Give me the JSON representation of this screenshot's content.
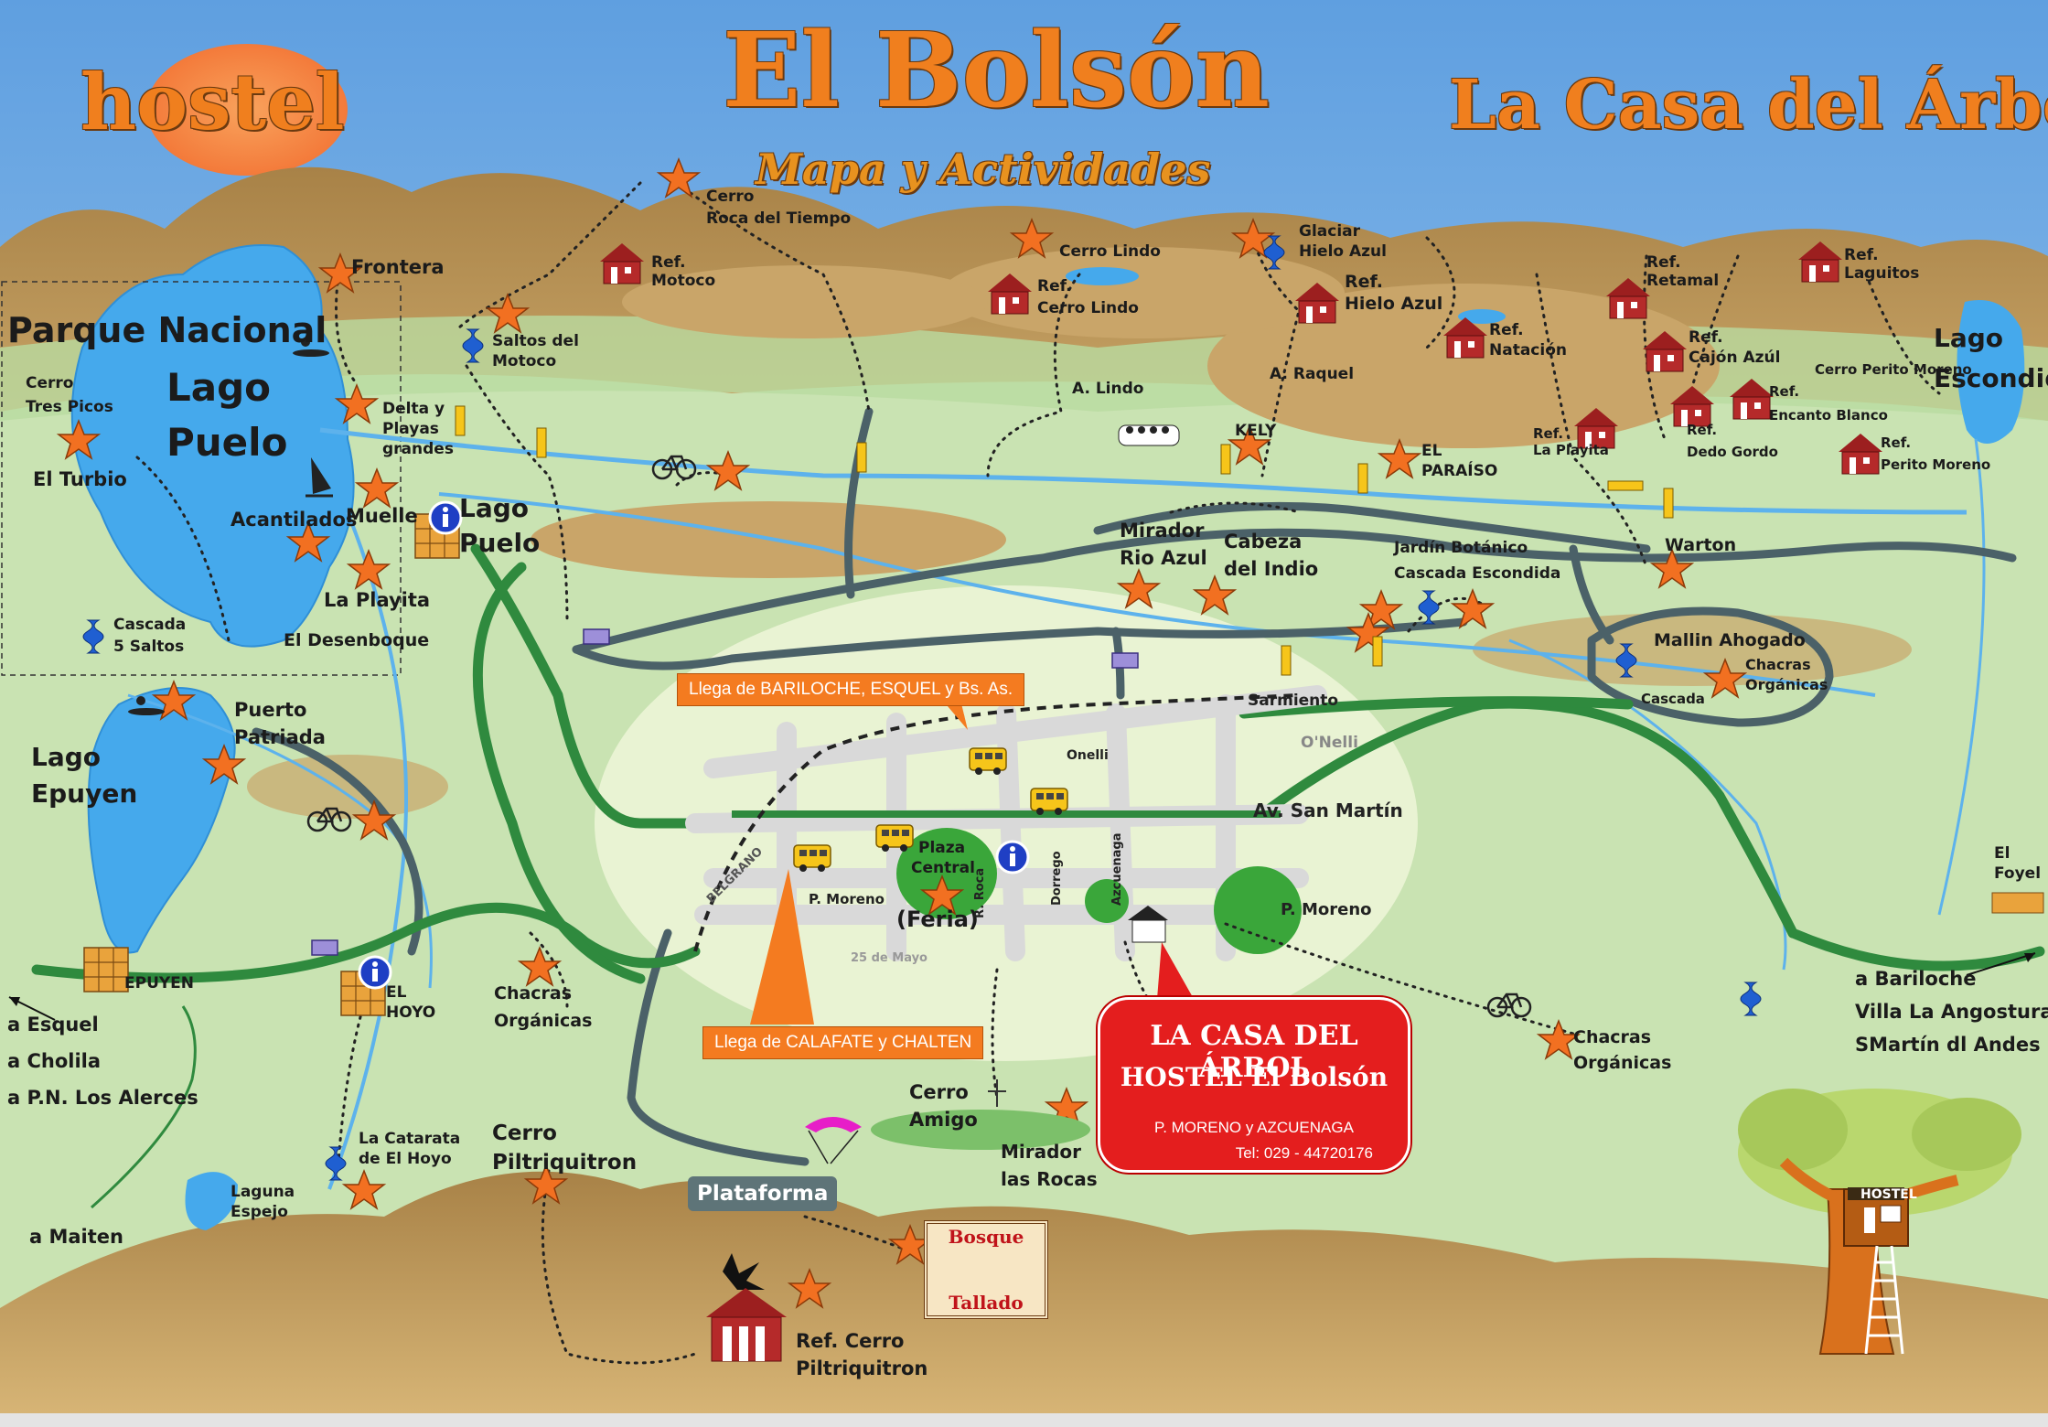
{
  "header": {
    "hostel_word": "hostel",
    "title": "El Bolsón",
    "subtitle": "Mapa y Actividades",
    "brand": "La Casa del Árbol"
  },
  "regions": {
    "parque_nacional": "Parque Nacional",
    "lago_puelo_1": "Lago",
    "lago_puelo_2": "Puelo",
    "lago_epuyen_1": "Lago",
    "lago_epuyen_2": "Epuyen",
    "lago_escondido_1": "Lago",
    "lago_escondido_2": "Escondido"
  },
  "places": {
    "frontera": "Frontera",
    "cerro_tres_picos_1": "Cerro",
    "cerro_tres_picos_2": "Tres Picos",
    "el_turbio": "El Turbio",
    "delta_1": "Delta y",
    "delta_2": "Playas",
    "delta_3": "grandes",
    "acantilados": "Acantilados",
    "muelle": "Muelle",
    "la_playita_lp": "La Playita",
    "el_desenboque": "El Desenboque",
    "lago_puelo_town_1": "Lago",
    "lago_puelo_town_2": "Puelo",
    "cascada_5_saltos_1": "Cascada",
    "cascada_5_saltos_2": "5 Saltos",
    "puerto_patriada_1": "Puerto",
    "puerto_patriada_2": "Patriada",
    "epuyen": "EPUYEN",
    "el_hoyo_1": "EL",
    "el_hoyo_2": "HOYO",
    "a_esquel": "a Esquel",
    "a_cholila": "a Cholila",
    "a_pn_alerces": "a P.N. Los Alerces",
    "a_maiten": "a Maiten",
    "la_catarata_1": "La Catarata",
    "la_catarata_2": "de El Hoyo",
    "laguna_espejo_1": "Laguna",
    "laguna_espejo_2": "Espejo",
    "chacras_w_1": "Chacras",
    "chacras_w_2": "Orgánicas",
    "cerro_piltriquitron_1": "Cerro",
    "cerro_piltriquitron_2": "Piltriquitron",
    "plataforma": "Plataforma",
    "bosque_1": "Bosque",
    "bosque_2": "Tallado",
    "ref_cerro_pilt_1": "Ref. Cerro",
    "ref_cerro_pilt_2": "Piltriquitron",
    "cerro_amigo_1": "Cerro",
    "cerro_amigo_2": "Amigo",
    "mirador_rocas_1": "Mirador",
    "mirador_rocas_2": "las Rocas",
    "cerro_roca_1": "Cerro",
    "cerro_roca_2": "Roca del Tiempo",
    "ref_motoco_1": "Ref.",
    "ref_motoco_2": "Motoco",
    "saltos_motoco_1": "Saltos del",
    "saltos_motoco_2": "Motoco",
    "cerro_lindo": "Cerro Lindo",
    "ref_cerro_lindo_1": "Ref.",
    "ref_cerro_lindo_2": "Cerro Lindo",
    "a_lindo": "A. Lindo",
    "glaciar_1": "Glaciar",
    "glaciar_2": "Hielo Azul",
    "ref_hielo_azul_1": "Ref.",
    "ref_hielo_azul_2": "Hielo Azul",
    "a_raquel": "A. Raquel",
    "kely": "KELY",
    "el_paraiso_1": "EL",
    "el_paraiso_2": "PARAÍSO",
    "ref_natacion_1": "Ref.",
    "ref_natacion_2": "Natación",
    "ref_retamal_1": "Ref.",
    "ref_retamal_2": "Retamal",
    "ref_laguitos_1": "Ref.",
    "ref_laguitos_2": "Laguitos",
    "ref_cajon_azul_1": "Ref.",
    "ref_cajon_azul_2": "Cajón Azúl",
    "cerro_perito_moreno": "Cerro Perito Moreno",
    "ref_encanto_1": "Ref.",
    "ref_encanto_2": "Encanto Blanco",
    "ref_la_playita_1": "Ref.",
    "ref_la_playita_2": "La Playita",
    "ref_dedo_gordo_1": "Ref.",
    "ref_dedo_gordo_2": "Dedo Gordo",
    "ref_perito_moreno_1": "Ref.",
    "ref_perito_moreno_2": "Perito Moreno",
    "mirador_rio_azul_1": "Mirador",
    "mirador_rio_azul_2": "Rio Azul",
    "cabeza_indio_1": "Cabeza",
    "cabeza_indio_2": "del Indio",
    "jardin_1": "Jardín Botánico",
    "jardin_2": "Cascada Escondida",
    "warton": "Warton",
    "mallin_ahogado": "Mallin Ahogado",
    "cascada_mallin": "Cascada",
    "chacras_ne_1": "Chacras",
    "chacras_ne_2": "Orgánicas",
    "el_foyel_1": "El",
    "el_foyel_2": "Foyel",
    "a_bariloche": "a Bariloche",
    "villa_angostura": "Villa La Angostura",
    "smartin": "SMartín dl Andes",
    "chacras_se_1": "Chacras",
    "chacras_se_2": "Orgánicas",
    "plaza_1": "Plaza",
    "plaza_2": "Central",
    "feria": "(Feria)",
    "hostel_sign": "HOSTEL"
  },
  "streets": {
    "sarmiento": "Sarmiento",
    "onelli": "Onelli",
    "onelli2": "O'Nelli",
    "san_martin": "Av. San Martín",
    "p_moreno_w": "P. Moreno",
    "p_moreno_e": "P. Moreno",
    "belgrano": "BELGRANO",
    "roca": "R. Roca",
    "dorrego": "Dorrego",
    "azcuenaga": "Azcuenaga",
    "mayo": "25 de Mayo"
  },
  "callouts": {
    "bariloche": "Llega de BARILOCHE,  ESQUEL  y  Bs. As.",
    "calafate": "Llega de CALAFATE y CHALTEN"
  },
  "promo": {
    "line1": "LA CASA DEL ÁRBOL",
    "line2": "HOSTEL El Bolsón",
    "address": "P. MORENO  y  AZCUENAGA",
    "phone": "Tel: 029 - 44720176"
  },
  "colors": {
    "sky": "#7fb6e6",
    "mountain": "#b58f55",
    "meadow": "#c9e3b2",
    "lake": "#45a9ec",
    "road": "#4b6168",
    "route": "#2f8a3e",
    "star": "#f27021",
    "title": "#f07f1e",
    "promo": "#e41e1e"
  }
}
